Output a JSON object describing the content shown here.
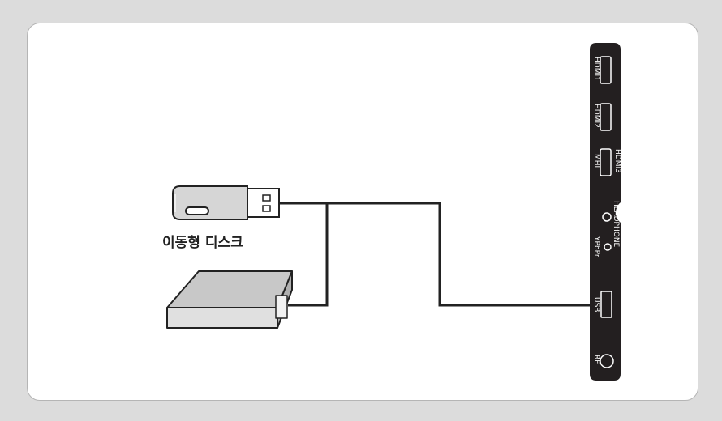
{
  "usb_device_label": "이동형 디스크",
  "ports": {
    "hdmi1": "HDMI1",
    "hdmi2": "HDMI2",
    "hdmi3": "HDMI3",
    "mhl": "MHL",
    "headphone": "HEADPHONE",
    "ypbpr": "YPbPr",
    "usb": "USB",
    "rf": "RF"
  },
  "colors": {
    "background": "#dcdcdc",
    "panel": "#231f20",
    "device_fill": "#d9d9d9",
    "cable": "#222222"
  }
}
